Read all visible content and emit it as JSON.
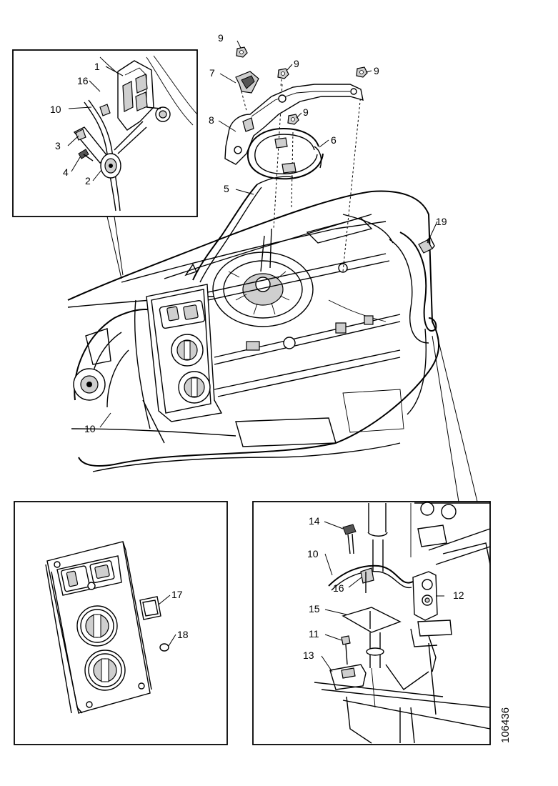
{
  "callouts": {
    "c1": "1",
    "c2": "2",
    "c3": "3",
    "c4": "4",
    "c5": "5",
    "c6": "6",
    "c7": "7",
    "c8": "8",
    "c9a": "9",
    "c9b": "9",
    "c9c": "9",
    "c9d": "9",
    "c10a": "10",
    "c10b": "10",
    "c10c": "10",
    "c11": "11",
    "c12": "12",
    "c13": "13",
    "c14": "14",
    "c15": "15",
    "c16a": "16",
    "c16b": "16",
    "c17": "17",
    "c18": "18",
    "c19": "19"
  },
  "reference_number": "106436"
}
